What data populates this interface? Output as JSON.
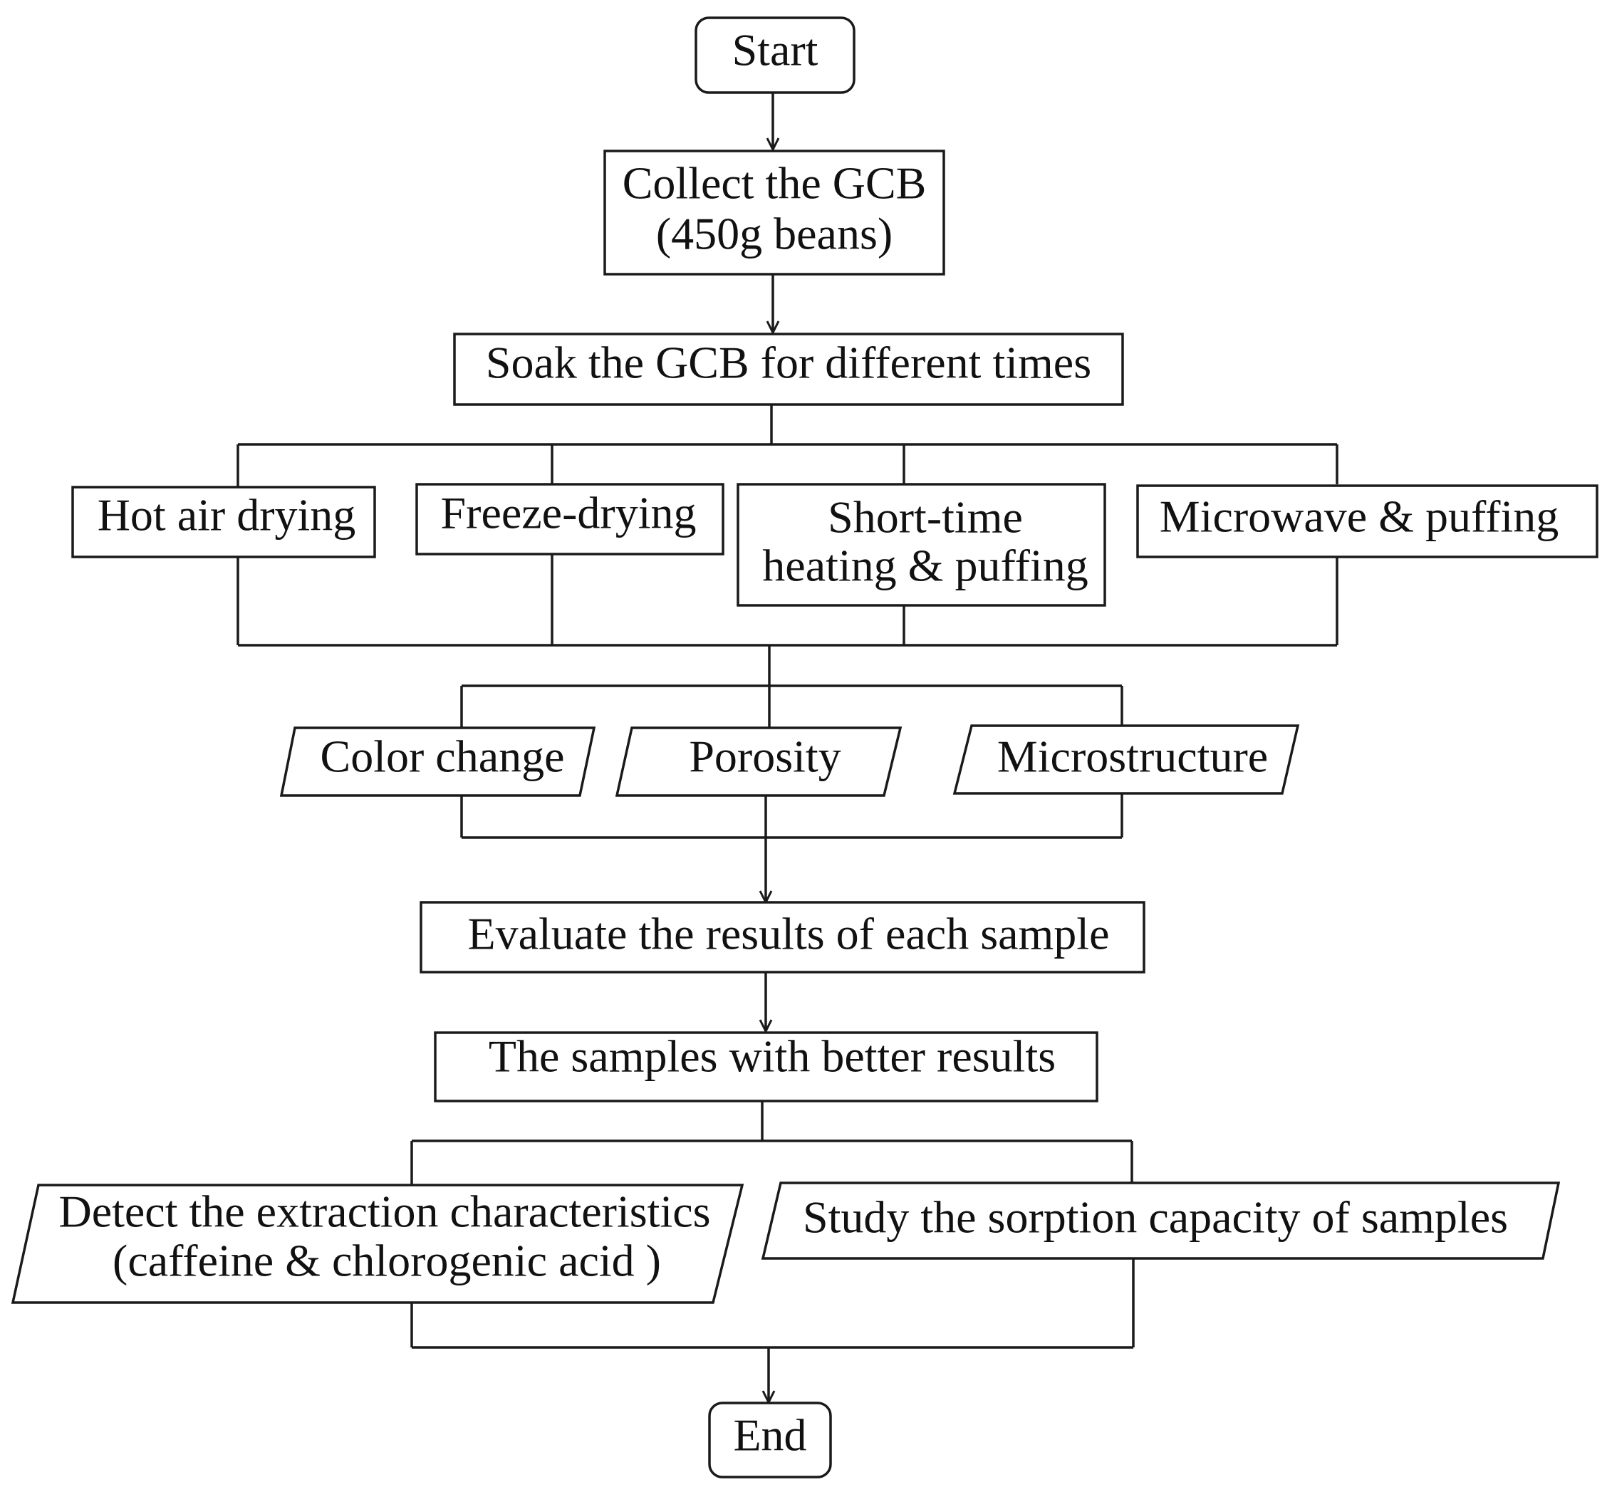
{
  "nodes": {
    "start": "Start",
    "collect": [
      "Collect the GCB",
      "(450g beans)"
    ],
    "soak": "Soak the GCB for different times",
    "hot_air": "Hot air drying",
    "freeze": "Freeze-drying",
    "short_time": [
      "Short-time",
      "heating & puffing"
    ],
    "microwave": "Microwave & puffing",
    "color": "Color change",
    "porosity": "Porosity",
    "microstructure": "Microstructure",
    "evaluate": "Evaluate the results of each sample",
    "better": "The samples with better results",
    "detect": [
      "Detect the extraction characteristics",
      "(caffeine & chlorogenic acid )"
    ],
    "study": "Study the sorption capacity of samples",
    "end": "End"
  }
}
